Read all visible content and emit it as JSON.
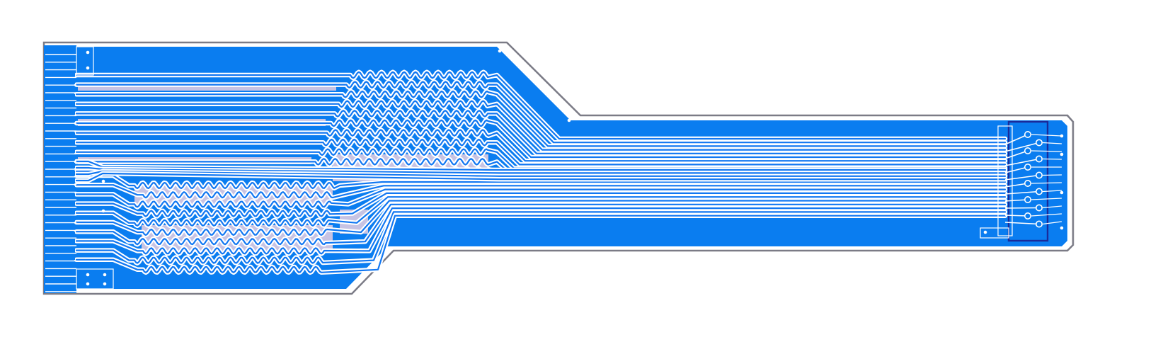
{
  "diagram": {
    "kind": "flex-pcb-layout",
    "colors": {
      "background": "#ffffff",
      "outline": "#7b7b86",
      "copper_pour": "#0a7df0",
      "trace": "#1177f2",
      "silkscreen": "#e9cfe0",
      "gap": "#ffffff",
      "connector_outline": "#1a2a9a",
      "via_fill": "#ffffff"
    },
    "layers": [
      "board-outline",
      "copper-pour",
      "silkscreen-bands",
      "signal-traces",
      "connector-footprint",
      "vias"
    ],
    "edge_connector_fingers": 32,
    "straight_bus_traces": 24,
    "upper_meander_traces": 11,
    "lower_meander_traces": 10,
    "connector_pads": 12
  }
}
